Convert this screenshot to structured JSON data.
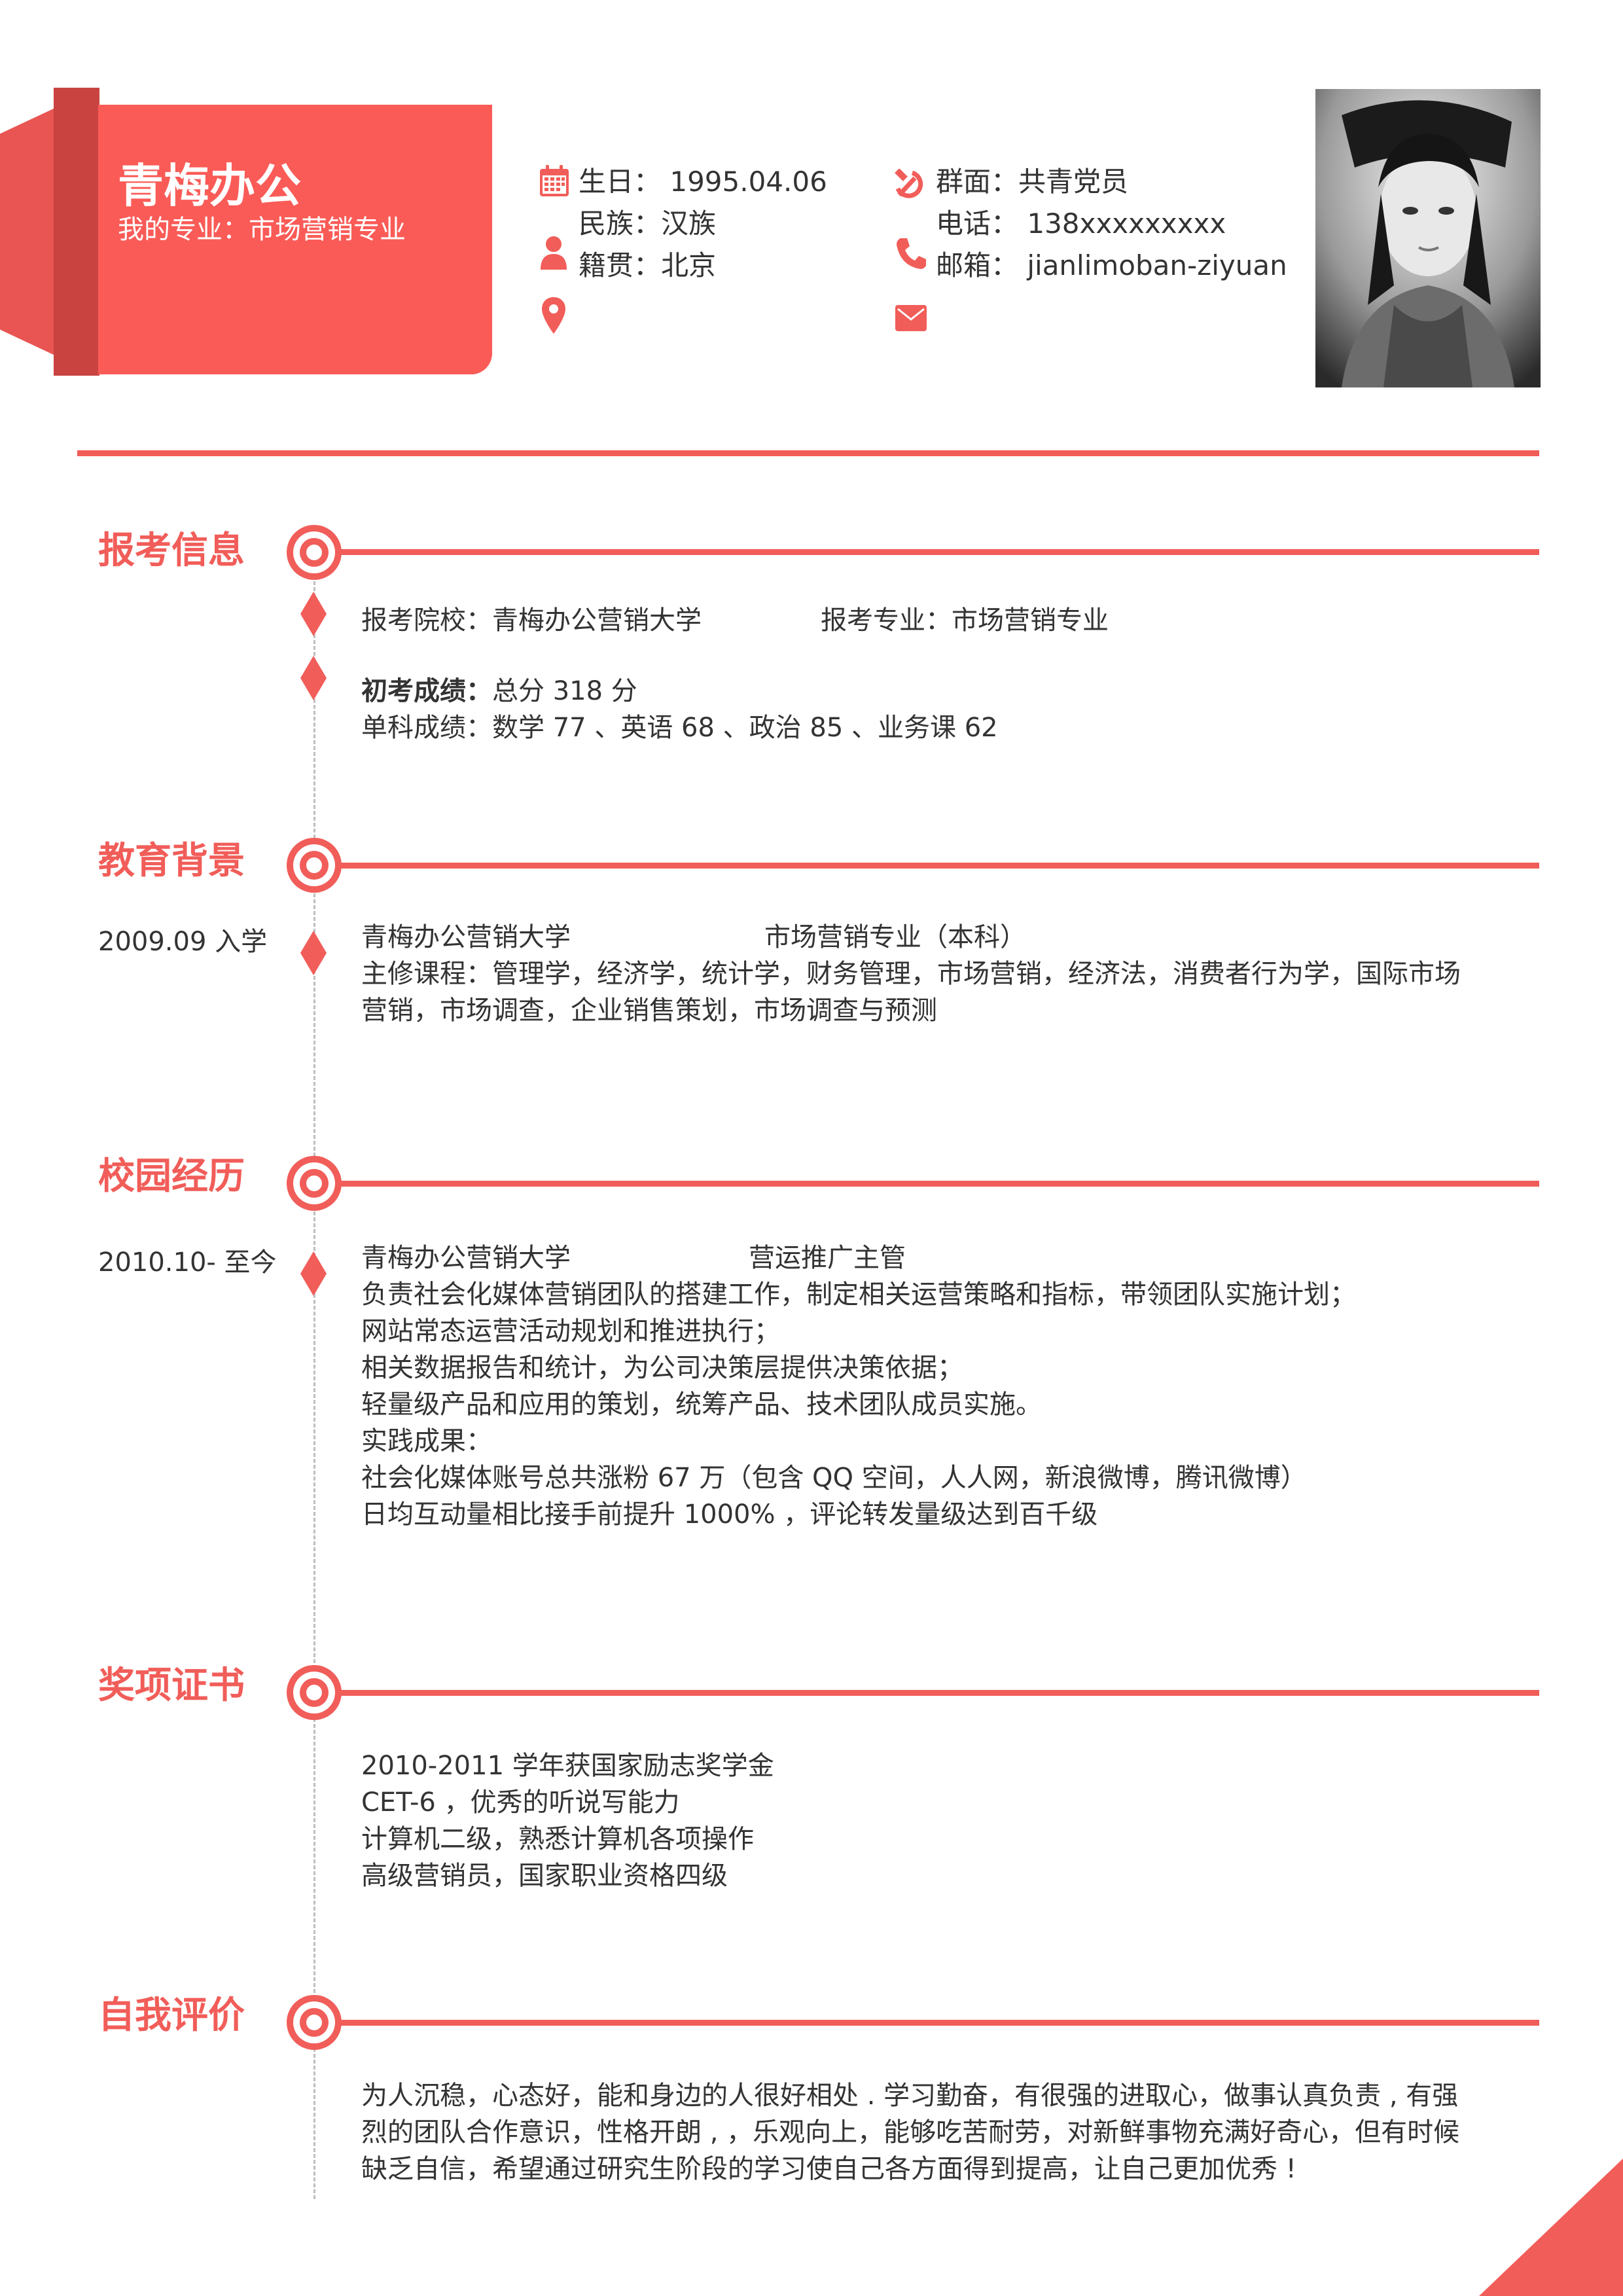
{
  "header": {
    "name": "青梅办公",
    "major": "我的专业：市场营销专业",
    "info_left": {
      "birthday": "生日： 1995.04.06",
      "ethnicity": "民族：汉族",
      "origin": "籍贯：北京"
    },
    "info_right": {
      "political": "群面：共青党员",
      "phone": "电话： 138xxxxxxxxx",
      "email": "邮箱： jianlimoban-ziyuan"
    }
  },
  "sections": {
    "exam": {
      "title": "报考信息",
      "school": "报考院校：青梅办公营销大学",
      "major": "报考专业：市场营销专业",
      "score_label": "初考成绩：",
      "score_value": "总分 318 分",
      "subjects": "单科成绩：数学 77 、英语 68 、政治 85 、业务课 62"
    },
    "education": {
      "title": "教育背景",
      "date": "2009.09 入学",
      "school": "青梅办公营销大学",
      "major": "市场营销专业（本科）",
      "courses_1": "主修课程：管理学，经济学，统计学，财务管理，市场营销，经济法，消费者行为学，国际市场",
      "courses_2": "营销，市场调查，企业销售策划，市场调查与预测"
    },
    "campus": {
      "title": "校园经历",
      "date": "2010.10- 至今",
      "school": "青梅办公营销大学",
      "role": "营运推广主管",
      "lines": [
        "负责社会化媒体营销团队的搭建工作，制定相关运营策略和指标，带领团队实施计划；",
        "网站常态运营活动规划和推进执行；",
        "相关数据报告和统计，为公司决策层提供决策依据；",
        "轻量级产品和应用的策划，统筹产品、技术团队成员实施。",
        "实践成果：",
        "社会化媒体账号总共涨粉 67 万（包含 QQ 空间，人人网，新浪微博，腾讯微博）",
        "日均互动量相比接手前提升 1000% ，评论转发量级达到百千级"
      ]
    },
    "awards": {
      "title": "奖项证书",
      "lines": [
        "2010-2011 学年获国家励志奖学金",
        "CET-6 ，优秀的听说写能力",
        "计算机二级，熟悉计算机各项操作",
        "高级营销员，国家职业资格四级"
      ]
    },
    "self": {
      "title": "自我评价",
      "lines": [
        "为人沉稳，心态好，能和身边的人很好相处 . 学习勤奋，有很强的进取心，做事认真负责 , 有强",
        "烈的团队合作意识，性格开朗 , ，乐观向上，能够吃苦耐劳，对新鲜事物充满好奇心，但有时候",
        "缺乏自信，希望通过研究生阶段的学习使自己各方面得到提高，让自己更加优秀 !"
      ]
    }
  },
  "icons": {
    "calendar": "calendar-icon",
    "user": "user-icon",
    "location": "location-pin-icon",
    "party": "hammer-sickle-icon",
    "phone": "phone-icon",
    "mail": "mail-icon"
  },
  "colors": {
    "accent": "#f15d59",
    "accent_dark": "#c94340"
  }
}
